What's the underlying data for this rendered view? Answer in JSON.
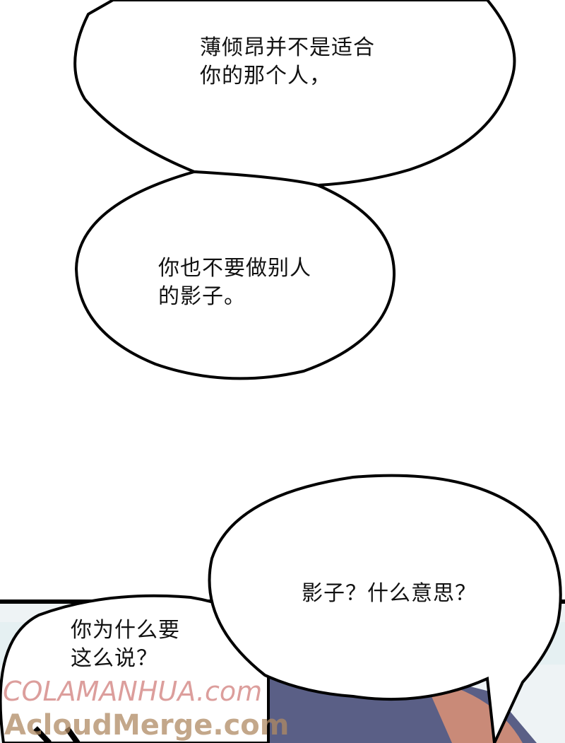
{
  "bubbles": [
    {
      "lines": [
        "薄倾昂并不是适合",
        "你的那个人，"
      ]
    },
    {
      "lines": [
        "你也不要做别人",
        "的影子。"
      ]
    },
    {
      "lines": [
        "影子？什么意思？"
      ]
    },
    {
      "lines": [
        "你为什么要",
        "这么说？"
      ]
    }
  ],
  "watermarks": {
    "top": "COLAMANHUA.com",
    "bottom": "AcloudMerge.com"
  },
  "colors": {
    "background": "#ffffff",
    "outline": "#000000",
    "hair": "#5a5f86",
    "skin": "#c98a78",
    "watermark_red": "#c0504d",
    "watermark_tan": "#b08a63"
  }
}
